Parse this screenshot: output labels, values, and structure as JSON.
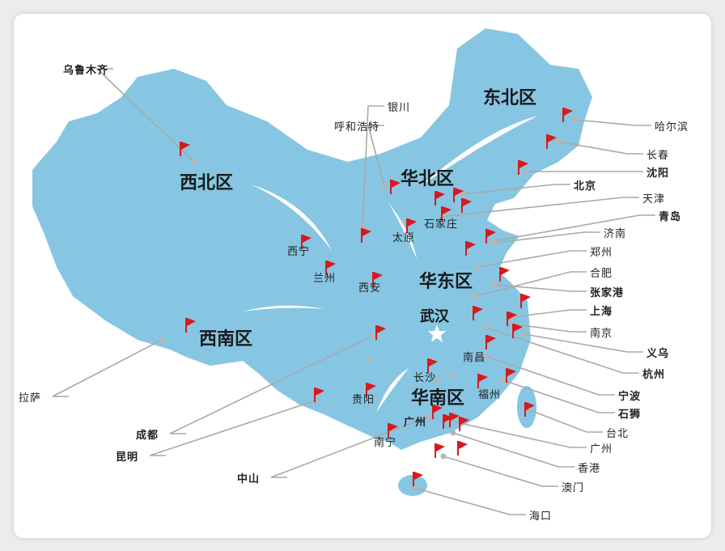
{
  "colors": {
    "land": "#86c6e2",
    "flag": "#d9191c",
    "leader": "#a8a8a8",
    "dot": "#b5b5b5"
  },
  "regions": [
    "东北区",
    "华北区",
    "西北区",
    "华东区",
    "西南区",
    "华南区"
  ],
  "center_city": {
    "name": "武汉",
    "icon": "star-icon"
  },
  "outside_labels": [
    {
      "name": "乌鲁木齐",
      "bold": true
    },
    {
      "name": "银川",
      "bold": false
    },
    {
      "name": "呼和浩特",
      "bold": false
    },
    {
      "name": "哈尔滨",
      "bold": false
    },
    {
      "name": "长春",
      "bold": false
    },
    {
      "name": "沈阳",
      "bold": true
    },
    {
      "name": "北京",
      "bold": true
    },
    {
      "name": "天津",
      "bold": false
    },
    {
      "name": "青岛",
      "bold": true
    },
    {
      "name": "济南",
      "bold": false
    },
    {
      "name": "郑州",
      "bold": false
    },
    {
      "name": "合肥",
      "bold": false
    },
    {
      "name": "张家港",
      "bold": true
    },
    {
      "name": "上海",
      "bold": true
    },
    {
      "name": "南京",
      "bold": false
    },
    {
      "name": "义乌",
      "bold": true
    },
    {
      "name": "杭州",
      "bold": true
    },
    {
      "name": "宁波",
      "bold": true
    },
    {
      "name": "石狮",
      "bold": true
    },
    {
      "name": "台北",
      "bold": false
    },
    {
      "name": "广州",
      "bold": false
    },
    {
      "name": "香港",
      "bold": false
    },
    {
      "name": "澳门",
      "bold": false
    },
    {
      "name": "海口",
      "bold": false
    },
    {
      "name": "拉萨",
      "bold": false
    },
    {
      "name": "成都",
      "bold": true
    },
    {
      "name": "昆明",
      "bold": true
    },
    {
      "name": "中山",
      "bold": true
    }
  ],
  "inner_labels": [
    {
      "name": "西宁",
      "bold": false
    },
    {
      "name": "兰州",
      "bold": false
    },
    {
      "name": "西安",
      "bold": false
    },
    {
      "name": "太原",
      "bold": false
    },
    {
      "name": "石家庄",
      "bold": false
    },
    {
      "name": "南昌",
      "bold": false
    },
    {
      "name": "长沙",
      "bold": false
    },
    {
      "name": "福州",
      "bold": false
    },
    {
      "name": "贵阳",
      "bold": false
    },
    {
      "name": "南宁",
      "bold": false
    },
    {
      "name": "广州",
      "bold": true
    }
  ]
}
